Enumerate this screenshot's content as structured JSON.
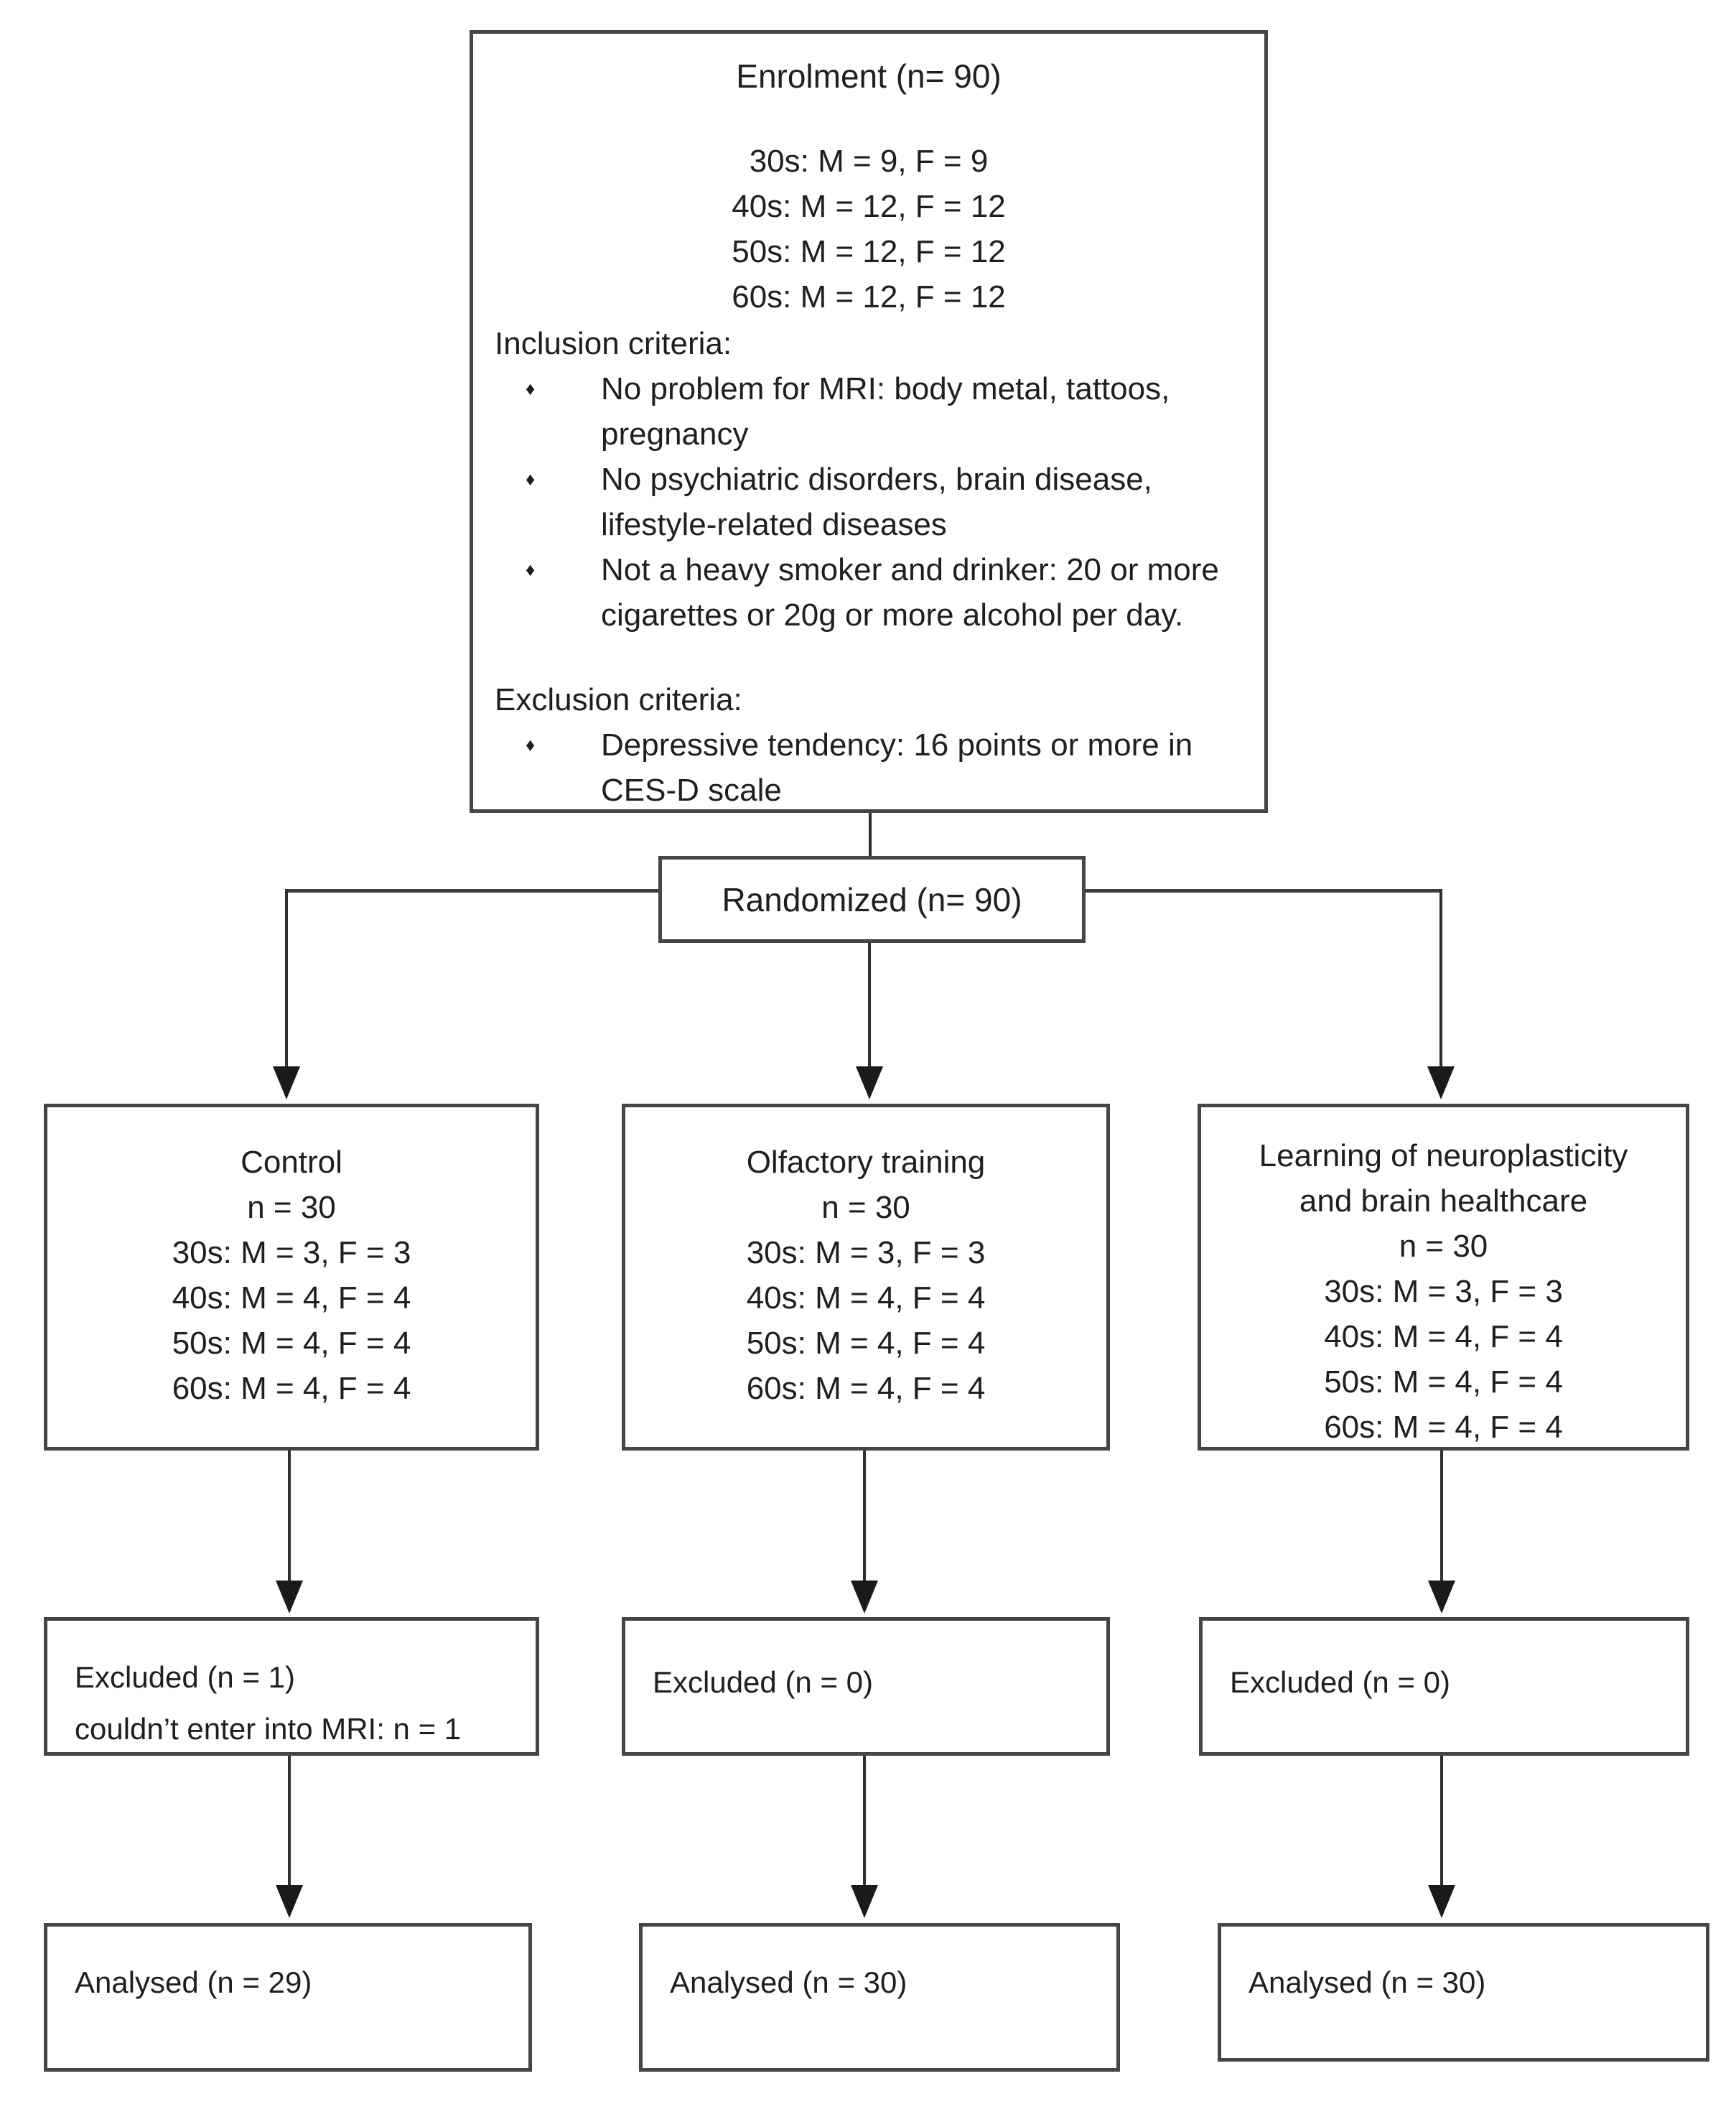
{
  "colors": {
    "background": "#ffffff",
    "box_border": "#454545",
    "text": "#1f1f1f",
    "connector": "#2f2f2f",
    "arrowhead": "#1a1a1a"
  },
  "bullet_glyph": "♦",
  "enrolment": {
    "title": "Enrolment (n= 90)",
    "age_lines": [
      "30s: M = 9, F = 9",
      "40s: M = 12, F = 12",
      "50s: M = 12, F = 12",
      "60s: M = 12, F = 12"
    ],
    "inclusion_heading": "Inclusion criteria:",
    "inclusion_items": [
      "No problem for MRI: body metal, tattoos, pregnancy",
      "No psychiatric disorders, brain disease, lifestyle-related diseases",
      "Not a heavy smoker and drinker: 20 or more cigarettes or 20g or more alcohol per day."
    ],
    "exclusion_heading": "Exclusion criteria:",
    "exclusion_items": [
      "Depressive tendency: 16 points or more in CES-D scale"
    ]
  },
  "randomized": {
    "label": "Randomized (n= 90)"
  },
  "arms": [
    {
      "title_lines": [
        "Control"
      ],
      "n_line": "n = 30",
      "age_lines": [
        "30s: M = 3, F = 3",
        "40s: M = 4, F = 4",
        "50s: M = 4, F = 4",
        "60s: M = 4, F = 4"
      ],
      "excluded_lines": [
        "Excluded (n = 1)",
        "couldn’t enter into MRI: n = 1"
      ],
      "analysed_label": "Analysed (n = 29)"
    },
    {
      "title_lines": [
        "Olfactory training"
      ],
      "n_line": "n = 30",
      "age_lines": [
        "30s: M = 3, F = 3",
        "40s: M = 4, F = 4",
        "50s: M = 4, F = 4",
        "60s: M = 4, F = 4"
      ],
      "excluded_lines": [
        "Excluded (n = 0)"
      ],
      "analysed_label": "Analysed (n = 30)"
    },
    {
      "title_lines": [
        "Learning of neuroplasticity",
        "and brain healthcare"
      ],
      "n_line": "n = 30",
      "age_lines": [
        "30s: M = 3, F = 3",
        "40s: M = 4, F = 4",
        "50s: M = 4, F = 4",
        "60s: M = 4, F = 4"
      ],
      "excluded_lines": [
        "Excluded (n = 0)"
      ],
      "analysed_label": "Analysed (n = 30)"
    }
  ]
}
